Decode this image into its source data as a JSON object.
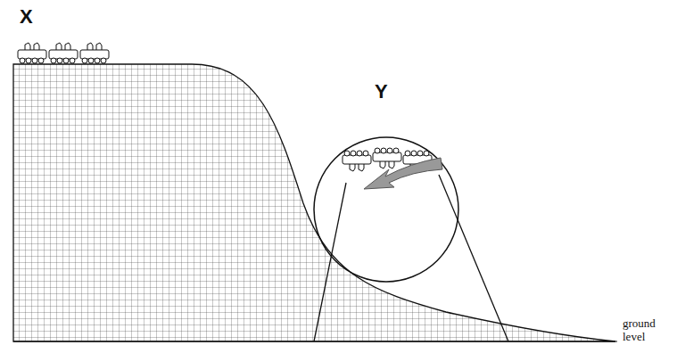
{
  "diagram": {
    "labels": [
      "X",
      "Y",
      "ground level"
    ]
  }
}
